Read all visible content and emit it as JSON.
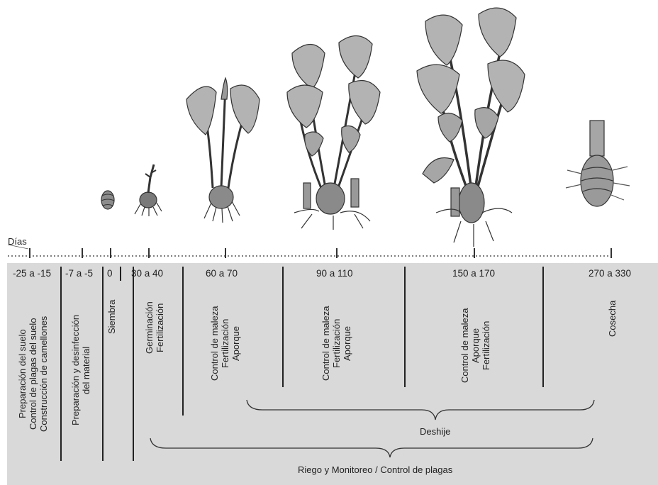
{
  "axis_label": "Días",
  "ranges": [
    "-25 a -15",
    "-7 a -5",
    "0",
    "30 a 40",
    "60 a 70",
    "90 a 110",
    "150 a 170",
    "270 a 330"
  ],
  "activities": [
    [
      "Preparación del suelo",
      "Control de plagas del suelo",
      "Construcción de camellones"
    ],
    [
      "Preparación y desinfección",
      "del material"
    ],
    [
      "Siembra"
    ],
    [
      "Germinación",
      "Fertilización"
    ],
    [
      "Control de maleza",
      "Fertilización",
      "Aporque"
    ],
    [
      "Control de maleza",
      "Fertilización",
      "Aporque"
    ],
    [
      "Control de maleza",
      "Aporque",
      "Fertilización"
    ],
    [
      "Cosecha"
    ]
  ],
  "brace_deshije": "Deshije",
  "brace_riego": "Riego y Monitoreo / Control de plagas"
}
